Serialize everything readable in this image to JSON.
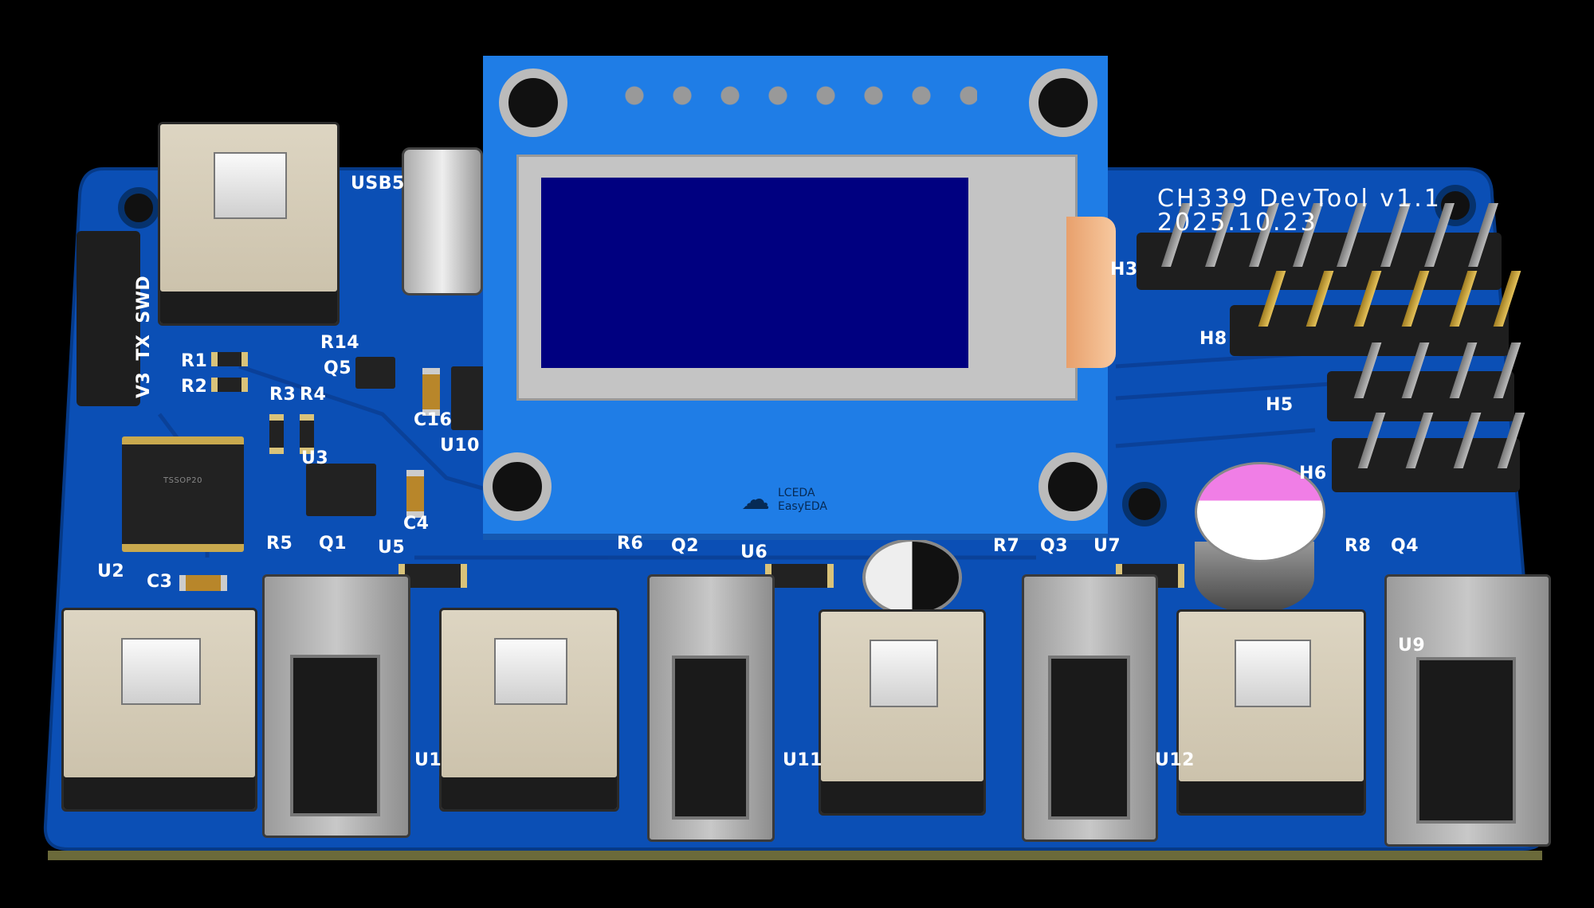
{
  "board": {
    "title": "CH339 DevTool v1.1",
    "date": "2025.10.23",
    "pcb_color": "#0b4fb5",
    "module_color": "#1f7de6",
    "display_color": "#000080"
  },
  "oled_module": {
    "logo_text": "LCEDA",
    "logo_subtext": "EasyEDA",
    "logo_icon": "cloud-icon"
  },
  "labels": {
    "usb5": "USB5",
    "r14": "R14",
    "q5": "Q5",
    "r1": "R1",
    "r2": "R2",
    "r3": "R3",
    "r4": "R4",
    "c16": "C16",
    "u10": "U10",
    "u3": "U3",
    "c4": "C4",
    "r5": "R5",
    "q1": "Q1",
    "u5": "U5",
    "r6": "R6",
    "q2": "Q2",
    "u6": "U6",
    "r7": "R7",
    "q3": "Q3",
    "u7": "U7",
    "r8": "R8",
    "q4": "Q4",
    "u2": "U2",
    "c3": "C3",
    "h3": "H3",
    "h8": "H8",
    "h5": "H5",
    "h6": "H6",
    "v3": "V3",
    "tx": "TX",
    "swd": "SWD",
    "u1": "U1",
    "u11": "U11",
    "u12": "U12",
    "u9": "U9",
    "tssop": "TSSOP20"
  }
}
